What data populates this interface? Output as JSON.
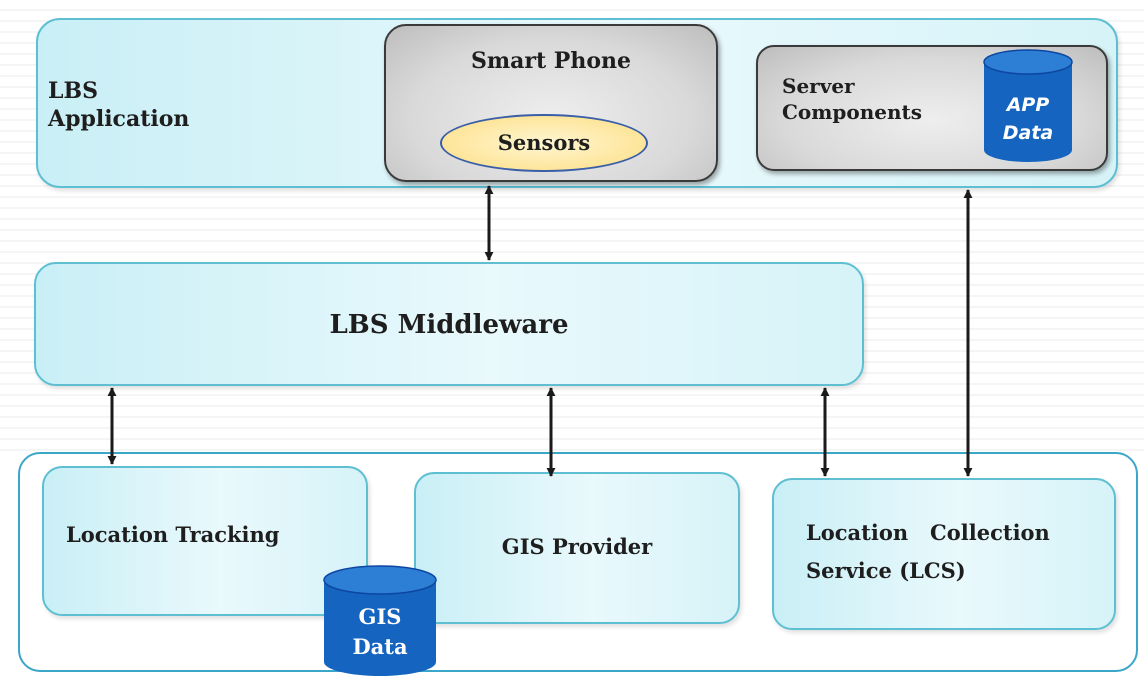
{
  "lbs_application": {
    "label_line1": "LBS",
    "label_line2": "Application"
  },
  "smart_phone": {
    "label": "Smart Phone",
    "sensors": "Sensors"
  },
  "server": {
    "label_line1": "Server",
    "label_line2": "Components"
  },
  "app_data": {
    "line1": "APP",
    "line2": "Data"
  },
  "middleware": {
    "label": "LBS Middleware"
  },
  "location_tracking": {
    "label": "Location Tracking"
  },
  "gis_provider": {
    "label": "GIS Provider"
  },
  "lcs": {
    "label_line1": "Location   Collection",
    "label_line2": "Service (LCS)"
  },
  "gis_data": {
    "line1": "GIS",
    "line2": "Data"
  },
  "colors": {
    "box_border": "#5ebfd3",
    "box_fill": "#d6f3f8",
    "cylinder": "#1565c0",
    "arrow": "#1a1a1a"
  }
}
